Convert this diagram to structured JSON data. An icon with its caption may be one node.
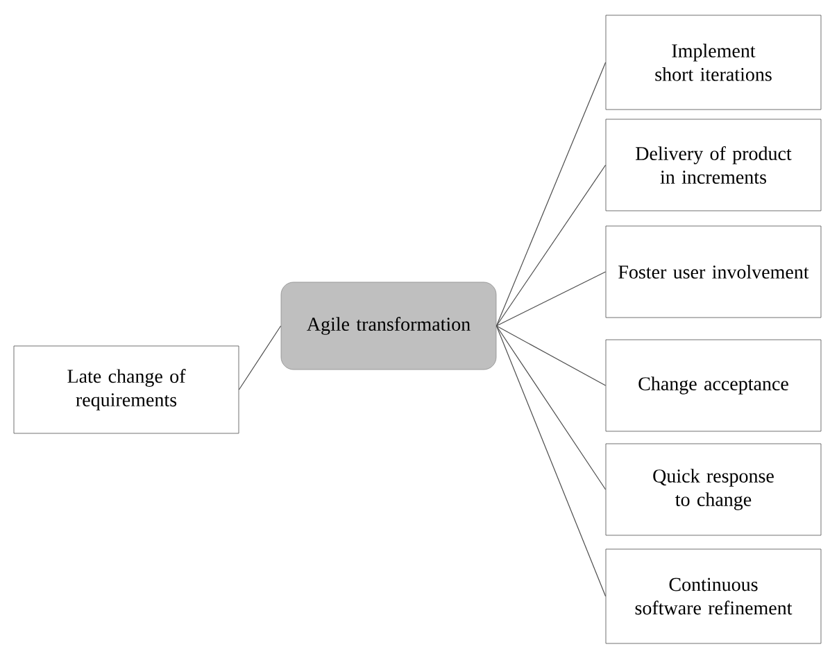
{
  "diagram": {
    "nodes": [
      {
        "text": [
          "Late change of requirements"
        ]
      },
      {
        "text": [
          "Agile transformation"
        ]
      },
      {
        "text": [
          "Implement short iterations"
        ]
      },
      {
        "text": [
          "Delivery of product in increments"
        ]
      },
      {
        "text": [
          "Foster user involvement"
        ]
      },
      {
        "text": [
          "Change acceptance"
        ]
      },
      {
        "text": [
          "Quick response to change"
        ]
      },
      {
        "text": [
          "Continuous software refinement"
        ]
      }
    ],
    "edges": [
      {
        "from": 0,
        "to": 1,
        "arrow": "none"
      },
      {
        "from": 1,
        "to": 2,
        "arrow": "none"
      },
      {
        "from": 1,
        "to": 3,
        "arrow": "none"
      },
      {
        "from": 1,
        "to": 4,
        "arrow": "none"
      },
      {
        "from": 1,
        "to": 5,
        "arrow": "none"
      },
      {
        "from": 1,
        "to": 6,
        "arrow": "none"
      },
      {
        "from": 1,
        "to": 7,
        "arrow": "none"
      }
    ]
  }
}
